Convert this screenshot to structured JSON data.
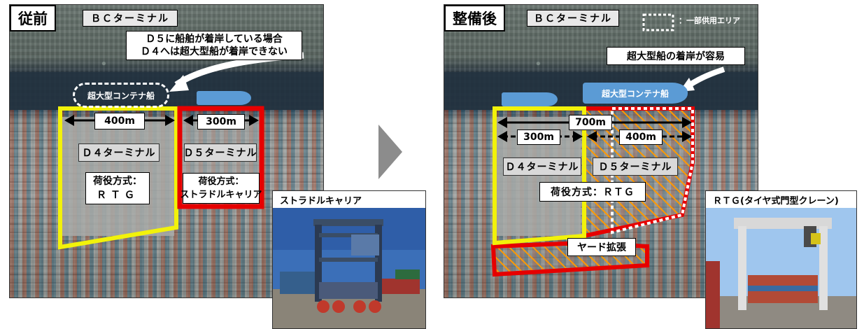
{
  "left_panel": {
    "title": "従前",
    "bc_terminal": "ＢＣターミナル",
    "note_line1": "Ｄ５に船舶が着岸している場合",
    "note_line2": "Ｄ４へは超大型船が着岸できない",
    "ship_label": "超大型コンテナ船",
    "dim_d4": "400m",
    "dim_d5": "300m",
    "d4_terminal": "Ｄ４ターミナル",
    "d5_terminal": "Ｄ５ターミナル",
    "d4_method_line1": "荷役方式：",
    "d4_method_line2": "ＲＴＧ",
    "d5_method_line1": "荷役方式：",
    "d5_method_line2": "ストラドルキャリア",
    "photo_caption": "ストラドルキャリア"
  },
  "right_panel": {
    "title": "整備後",
    "bc_terminal": "ＢＣターミナル",
    "legend_text": "：一部供用エリア",
    "note": "超大型船の着岸が容易",
    "ship_label": "超大型コンテナ船",
    "dim_total": "700m",
    "dim_d4": "300m",
    "dim_d5": "400m",
    "d4_terminal": "Ｄ４ターミナル",
    "d5_terminal": "Ｄ５ターミナル",
    "method": "荷役方式：ＲＴＧ",
    "yard_expansion": "ヤード拡張",
    "photo_caption": "ＲＴＧ(タイヤ式門型クレーン)"
  },
  "colors": {
    "yellow": "#f2f20a",
    "red": "#e60000",
    "ship_blue": "#5b9bd5",
    "hatch_orange": "#ff9900",
    "arrow_gray": "#8c8c8c"
  }
}
